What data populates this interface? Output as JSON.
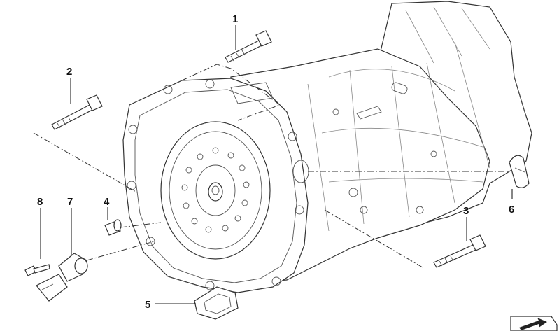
{
  "callouts": {
    "c1": "1",
    "c2": "2",
    "c3": "3",
    "c4": "4",
    "c5": "5",
    "c6": "6",
    "c7": "7",
    "c8": "8"
  },
  "icons": {
    "corner": "next-page-arrow-icon"
  }
}
